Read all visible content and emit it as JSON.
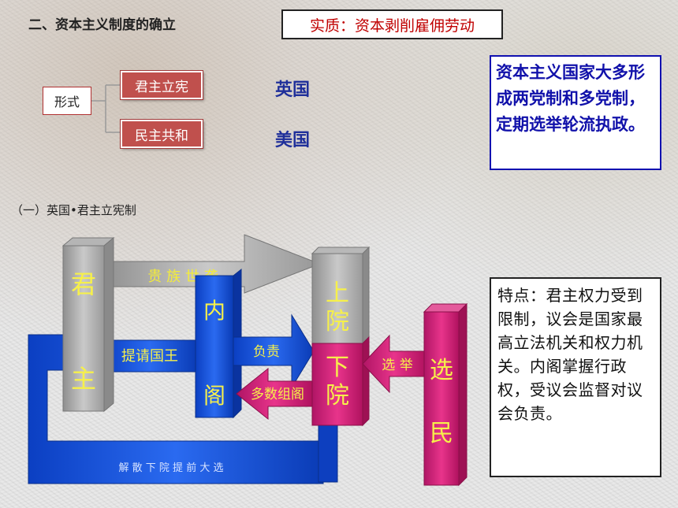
{
  "section_title": "二、资本主义制度的确立",
  "essence": "实质：资本剥削雇佣劳动",
  "form_label": "形式",
  "forms": [
    {
      "type": "君主立宪",
      "country": "英国"
    },
    {
      "type": "民主共和",
      "country": "美国"
    }
  ],
  "summary": "资本主义国家大多形成两党制和多党制，定期选举轮流执政。",
  "sub_title": "（一）英国•君主立宪制",
  "diagram": {
    "monarch": "君主",
    "upper_house": "上院",
    "lower_house": "下院",
    "cabinet": "内阁",
    "voters": "选民",
    "hereditary": "贵 族 世 袭",
    "request_king": "提请国王",
    "responsible": "负责",
    "majority": "多数组阁",
    "election": "选 举",
    "dissolve": "解 散 下 院 提 前 大 选"
  },
  "feature": "特点：君主权力受到限制，议会是国家最高立法机关和权力机关。内阁掌握行政权，受议会监督对议会负责。"
}
